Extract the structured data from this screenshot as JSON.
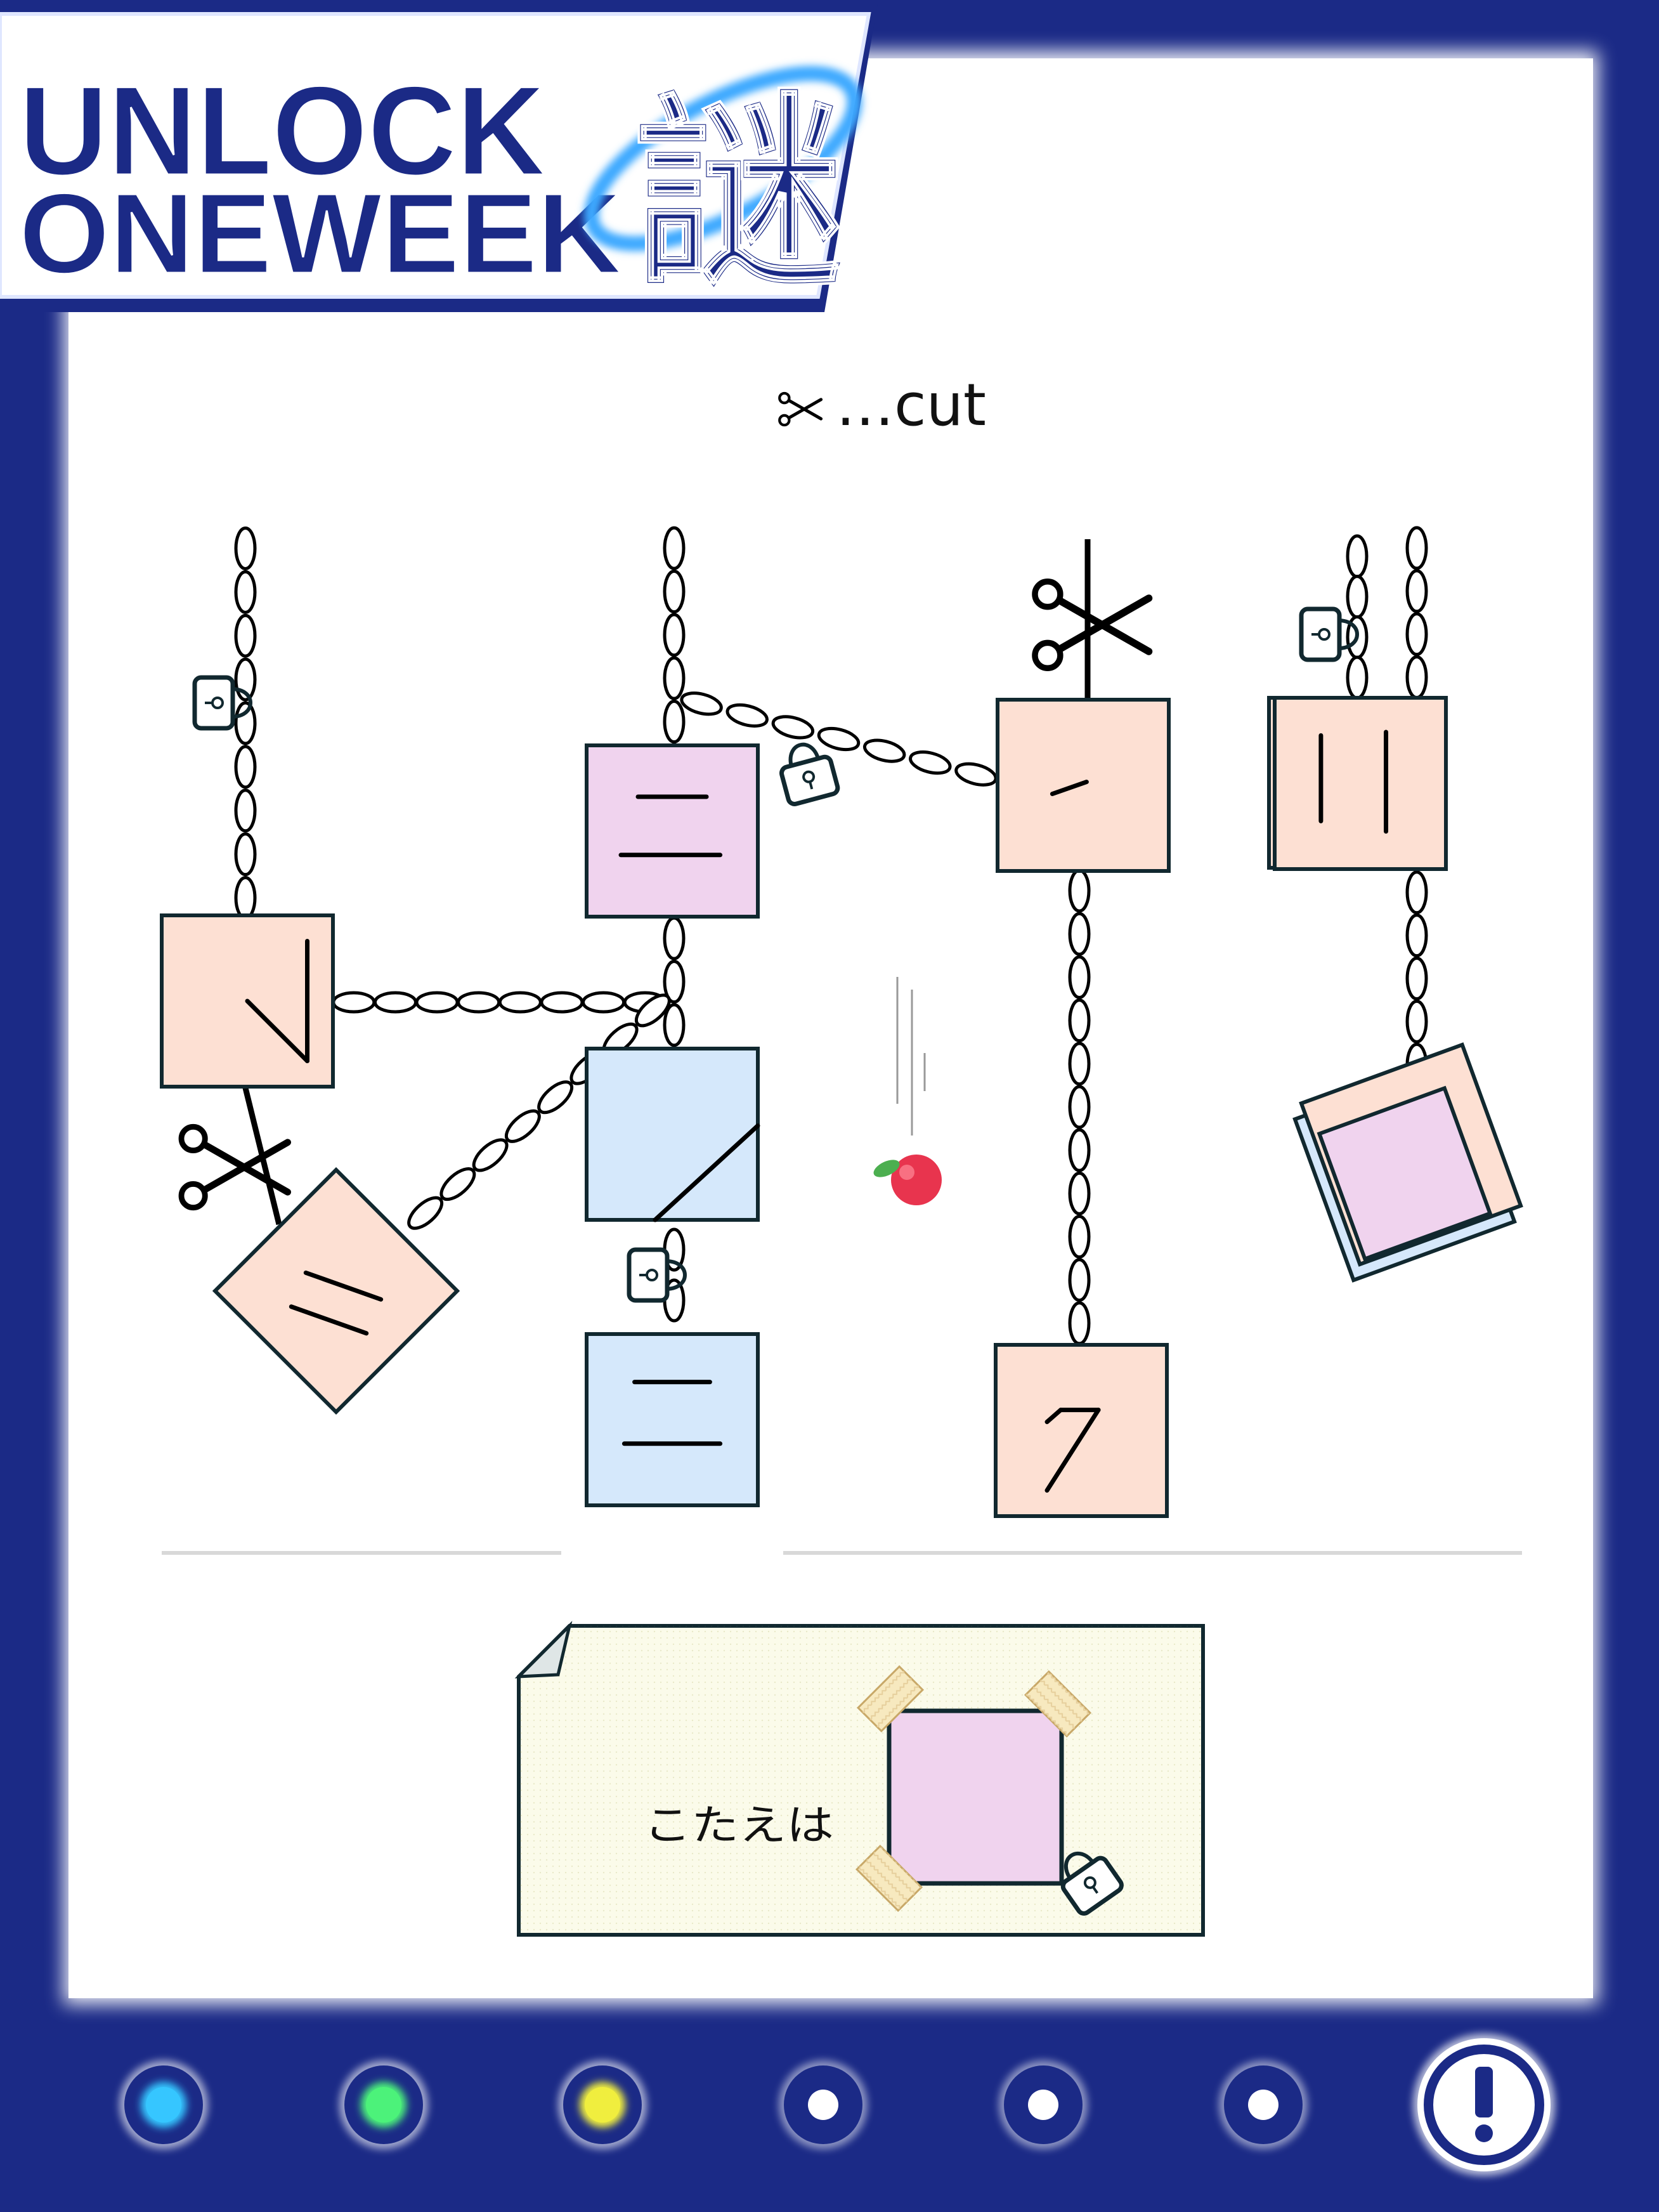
{
  "header": {
    "logo_line1": "UNLOCK",
    "logo_line2": "ONEWEEK",
    "logo_kanji": "謎"
  },
  "colors": {
    "frame": "#1b2a86",
    "paper": "#ffffff",
    "card_peach": "#fde0d3",
    "card_lavender": "#f0d3ee",
    "card_blue": "#d5e8fb",
    "note": "#fbfbea",
    "ink": "#11282f"
  },
  "puzzle": {
    "legend_text": "…cut",
    "answer_prompt": "こたえは"
  },
  "icons": [
    "scissors-icon",
    "padlock-icon",
    "apple-icon",
    "exclamation-icon"
  ],
  "progress": {
    "total_steps": 7,
    "steps": [
      {
        "state": "cleared",
        "color": "#36c6ff"
      },
      {
        "state": "cleared",
        "color": "#4cf27a"
      },
      {
        "state": "cleared",
        "color": "#f0ee3e"
      },
      {
        "state": "locked",
        "color": "#ffffff"
      },
      {
        "state": "locked",
        "color": "#ffffff"
      },
      {
        "state": "locked",
        "color": "#ffffff"
      },
      {
        "state": "final",
        "color": "#ffffff"
      }
    ]
  }
}
